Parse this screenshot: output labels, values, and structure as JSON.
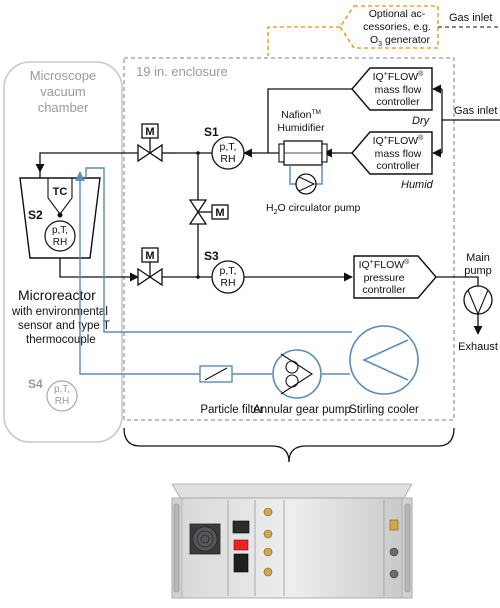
{
  "labels": {
    "optional_line1": "Optional ac-",
    "optional_line2": "cessories, e.g.",
    "optional_line3": "O",
    "optional_line3_sub": "3",
    "optional_line3_rest": " generator",
    "gas_inlet_top": "Gas inlet",
    "gas_inlet_mid": "Gas inlet",
    "chamber_line1": "Microscope",
    "chamber_line2": "vacuum",
    "chamber_line3": "chamber",
    "enclosure": "19 in. enclosure",
    "mfc_name": "IQ",
    "mfc_sup": "+",
    "mfc_flow": "FLOW",
    "mfc_reg": "®",
    "mfc_line2": "mass flow",
    "mfc_line3": "controller",
    "dry": "Dry",
    "humid": "Humid",
    "nafion": "Nafion",
    "nafion_tm": "TM",
    "humidifier": "Humidifier",
    "pump_h2o_1": "H",
    "pump_h2o_sub": "2",
    "pump_h2o_rest": "O circulator pump",
    "valve_m": "M",
    "s1": "S1",
    "s2": "S2",
    "s3": "S3",
    "s4": "S4",
    "tc": "TC",
    "sensor_l1": "p,T,",
    "sensor_l2": "RH",
    "sensor_s2_l1": "p,T,",
    "sensor_s2_l2": "RH",
    "pc_line2": "pressure",
    "pc_line3": "controller",
    "main_pump_1": "Main",
    "main_pump_2": "pump",
    "exhaust": "Exhaust",
    "microreactor": "Microreactor",
    "micro_desc_1": "with environmental",
    "micro_desc_2": "sensor and type T",
    "micro_desc_3": "thermocouple",
    "particle_filter": "Particle filter",
    "gear_pump": "Annular gear pump",
    "stirling": "Stirling cooler"
  },
  "colors": {
    "line": "#111111",
    "enclosure": "#9a9a9a",
    "chamber": "#c8c8c8",
    "cooling": "#5a8cb8",
    "optional": "#e6900a",
    "photo_metal": "#c9cbcd"
  }
}
